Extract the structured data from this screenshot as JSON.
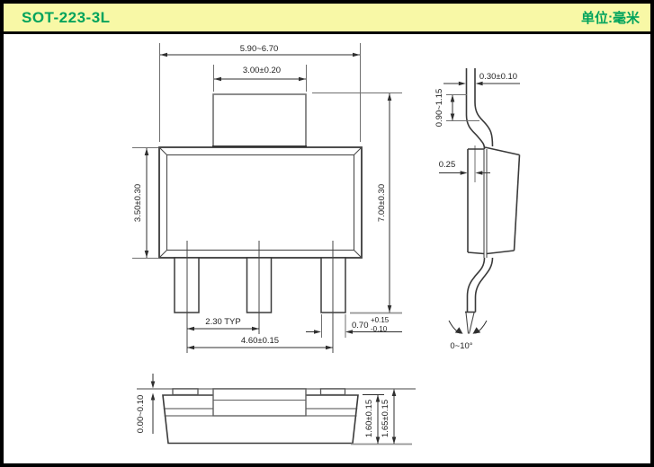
{
  "header": {
    "title": "SOT-223-3L",
    "unit_label": "单位:毫米"
  },
  "package": {
    "front_view": {
      "overall_width": "5.90~6.70",
      "tab_width": "3.00±0.20",
      "body_height": "3.50±0.30",
      "overall_height": "7.00±0.30",
      "lead_pitch": "2.30 TYP",
      "lead_span": "4.60±0.15",
      "lead_width_nominal": "0.70",
      "lead_width_tol_plus": "+0.15",
      "lead_width_tol_minus": "-0.10"
    },
    "side_view": {
      "lead_thickness": "0.30±0.10",
      "upper_lead_length": "0.90~1.15",
      "face_offset": "0.25",
      "foot_angle": "0~10°"
    },
    "end_view": {
      "standoff": "0.00~0.10",
      "body_thickness": "1.60±0.15",
      "overall_thickness": "1.65±0.15"
    }
  },
  "colors": {
    "header_bg": "#F8F8A6",
    "header_text": "#00A35C",
    "frame": "#000000",
    "drawing_line": "#3A3A3A",
    "reference_line": "#949494",
    "canvas": "#FFFFFF"
  }
}
